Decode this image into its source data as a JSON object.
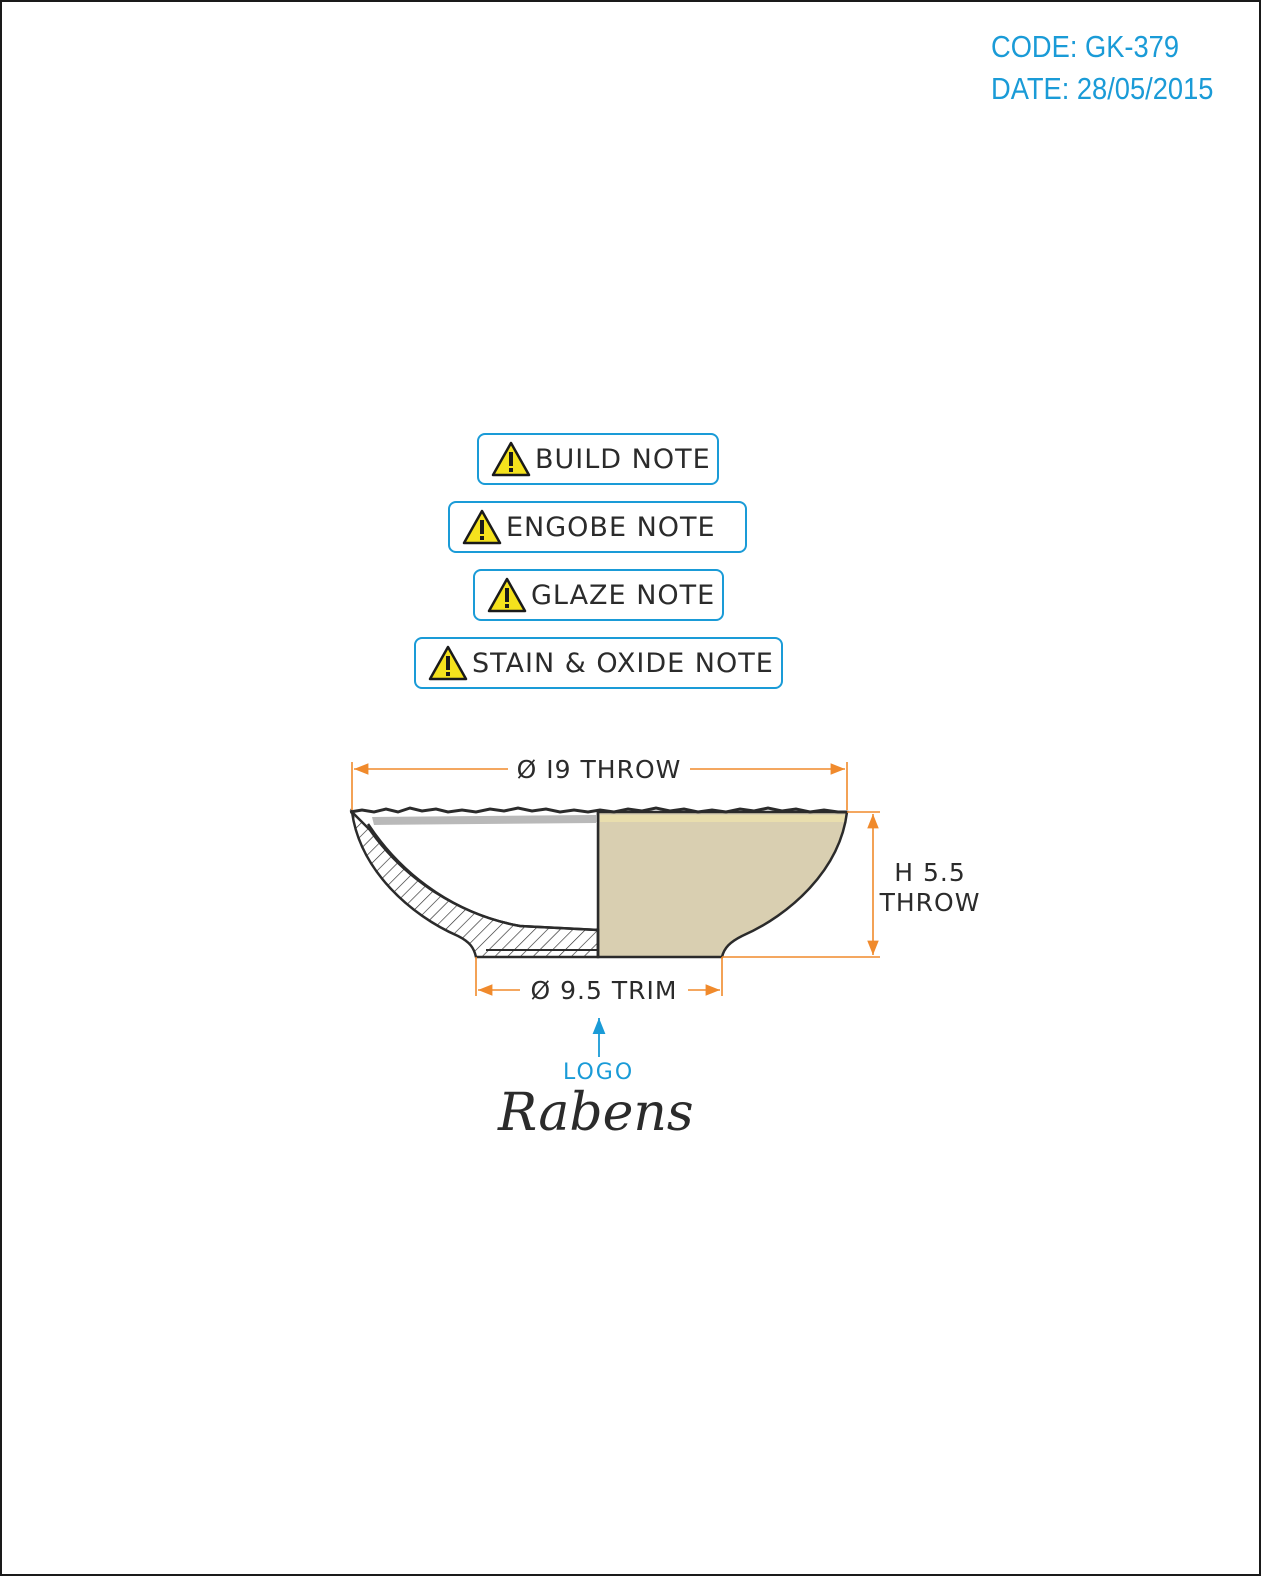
{
  "header": {
    "code": "CODE: GK-379",
    "date": "DATE: 28/05/2015"
  },
  "notes": [
    {
      "label": "BUILD NOTE",
      "icon": "warning-icon"
    },
    {
      "label": "ENGOBE NOTE",
      "icon": "warning-icon"
    },
    {
      "label": "GLAZE NOTE",
      "icon": "warning-icon"
    },
    {
      "label": "STAIN & OXIDE NOTE",
      "icon": "warning-icon"
    }
  ],
  "dimensions": {
    "top_diameter": "Ø I9 THROW",
    "height_line1": "H 5.5",
    "height_line2": "THROW",
    "foot_diameter": "Ø 9.5 TRIM"
  },
  "logo": {
    "label": "LOGO",
    "wordmark": "Rabens"
  },
  "colors": {
    "accent": "#1a9bd7",
    "dimension": "#f08a2c",
    "body": "#d9cfb1",
    "outline": "#2b2b2b",
    "warning": "#f5e21d"
  }
}
